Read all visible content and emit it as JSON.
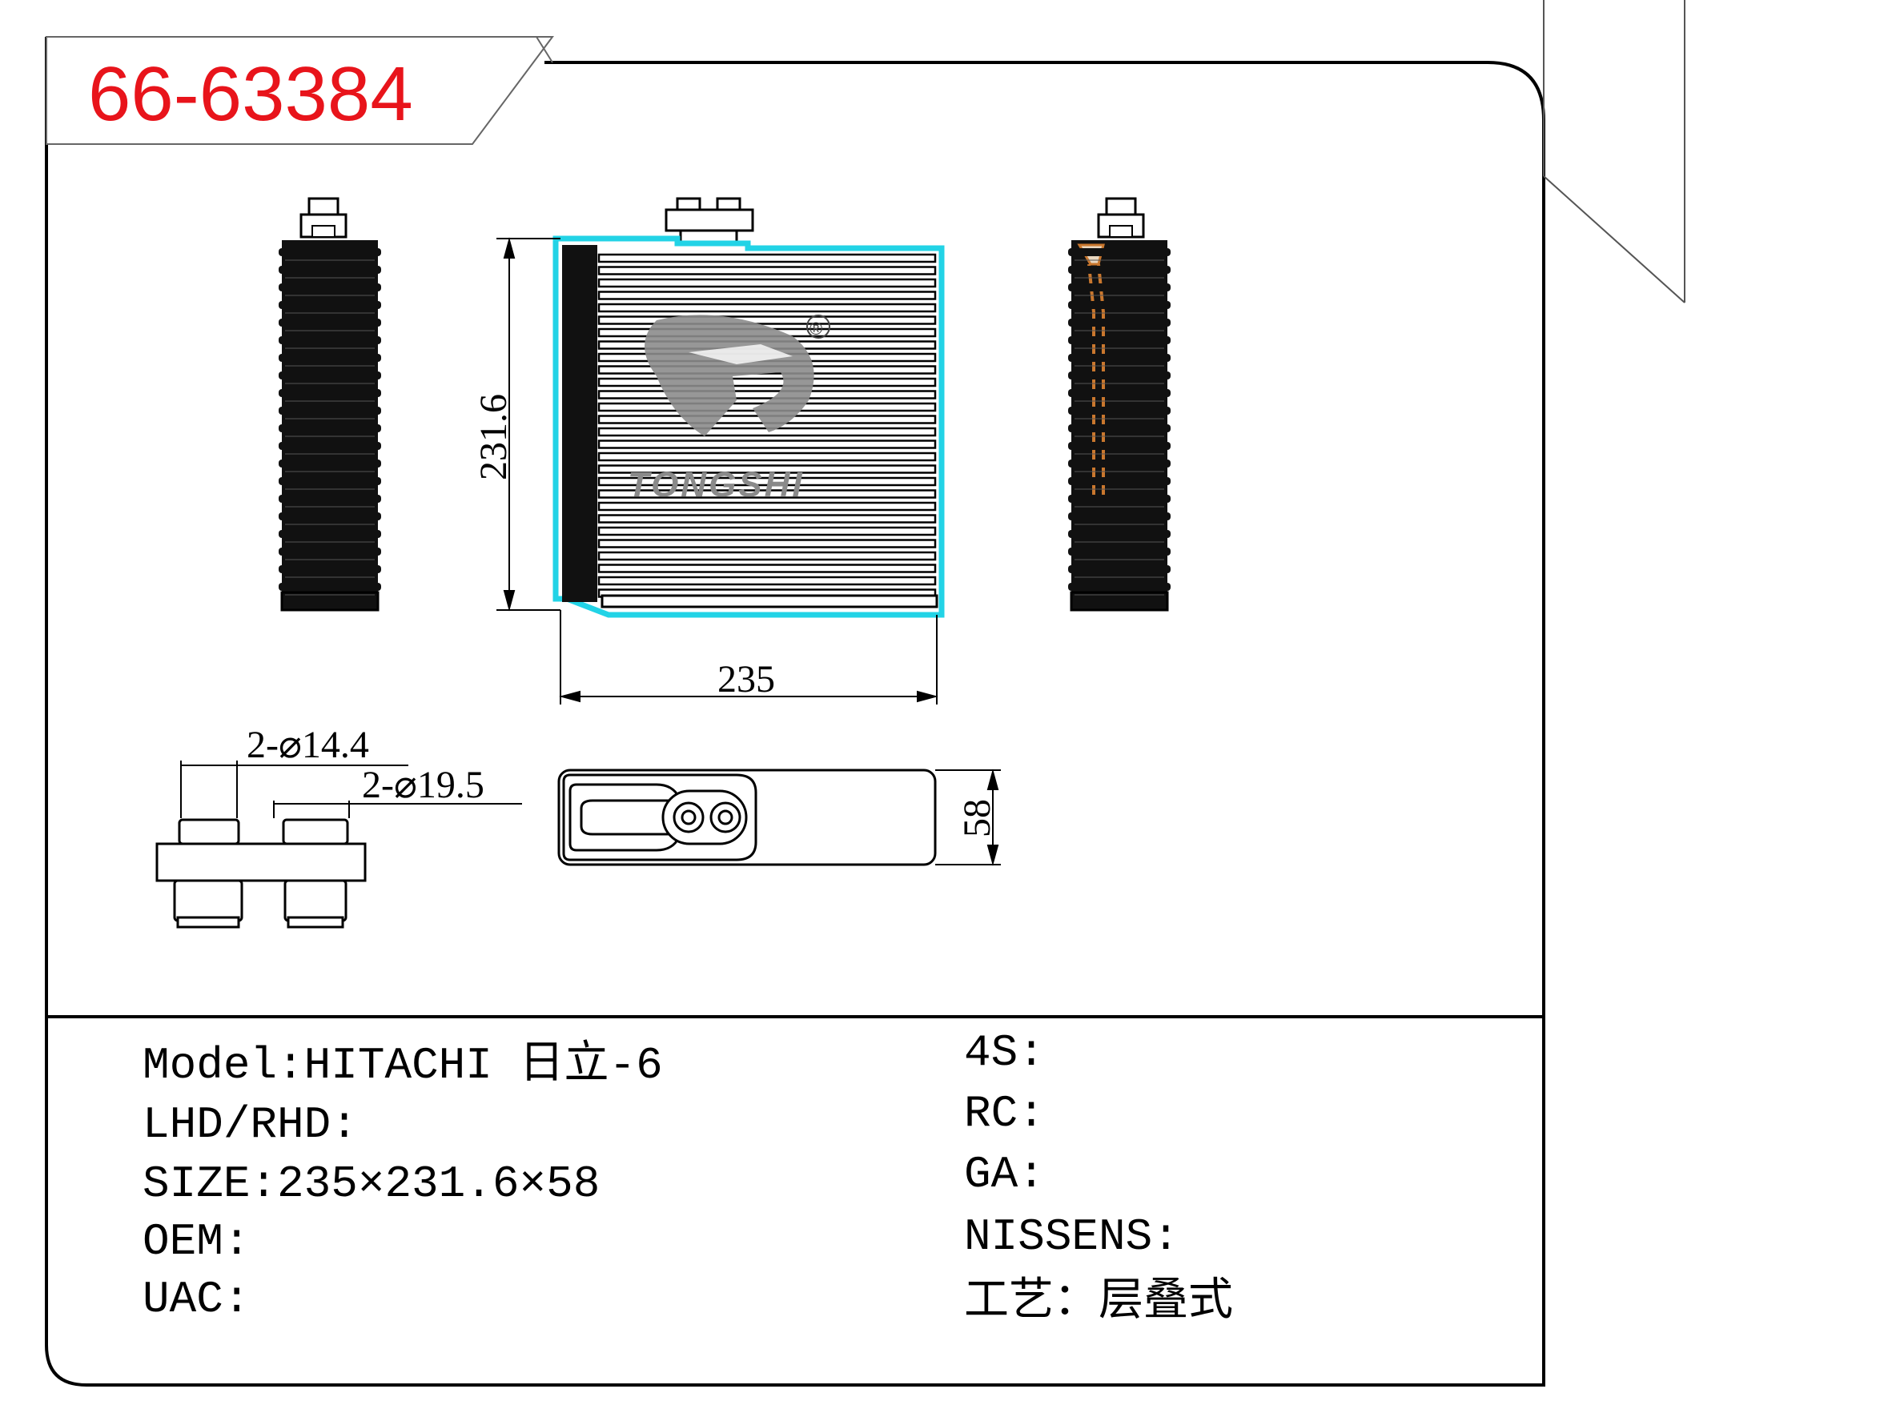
{
  "header": {
    "part_number": "66-63384",
    "part_number_color": "#e8141b"
  },
  "drawing": {
    "dim_height": "231.6",
    "dim_width": "235",
    "dim_depth": "58",
    "dim_pipe_small": "2-⌀14.4",
    "dim_pipe_large": "2-⌀19.5",
    "brand_logo": "TONGSHI",
    "registered_mark": "®",
    "outline_highlight_color": "#22d3e6",
    "tube_color": "#c9772e"
  },
  "specs_left": [
    {
      "label": "Model:",
      "value": "HITACHI 日立-6"
    },
    {
      "label": "LHD/RHD:",
      "value": ""
    },
    {
      "label": "SIZE:",
      "value": "235×231.6×58"
    },
    {
      "label": "OEM:",
      "value": ""
    },
    {
      "label": "UAC:",
      "value": ""
    }
  ],
  "specs_right": [
    {
      "label": "4S:",
      "value": ""
    },
    {
      "label": "RC:",
      "value": ""
    },
    {
      "label": "GA:",
      "value": ""
    },
    {
      "label": "NISSENS:",
      "value": ""
    },
    {
      "label": "工艺：",
      "value": "层叠式"
    }
  ]
}
